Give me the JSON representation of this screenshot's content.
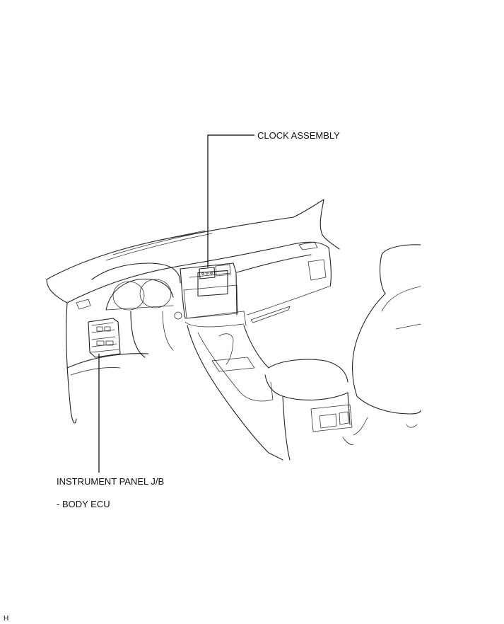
{
  "labels": {
    "clock_assembly": "CLOCK ASSEMBLY",
    "instrument_panel_jb": "INSTRUMENT PANEL J/B",
    "body_ecu": "- BODY ECU"
  },
  "figure_code": "H"
}
